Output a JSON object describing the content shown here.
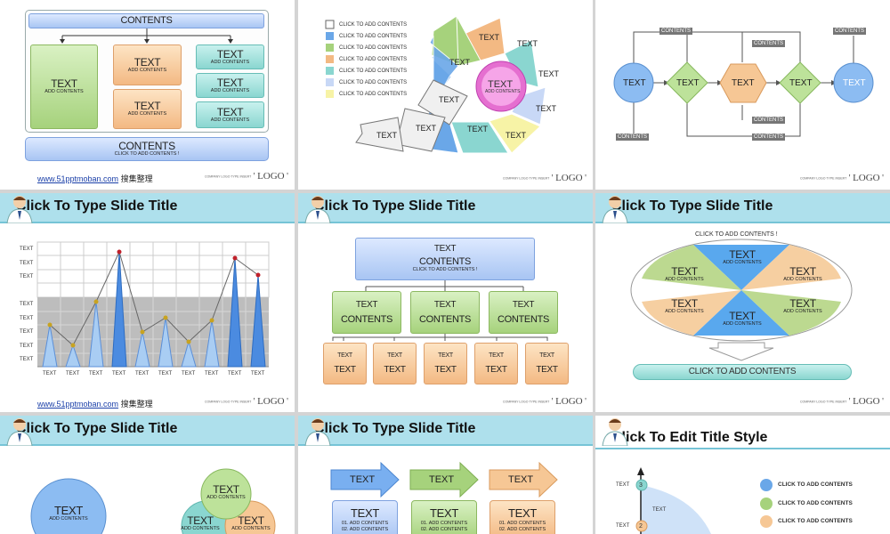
{
  "s1": {
    "top": "CONTENTS",
    "left": {
      "t": "TEXT",
      "s": "ADD CONTENTS"
    },
    "mid": [
      {
        "t": "TEXT",
        "s": "ADD CONTENTS"
      },
      {
        "t": "TEXT",
        "s": "ADD CONTENTS"
      }
    ],
    "right": [
      {
        "t": "TEXT",
        "s": "ADD CONTENTS"
      },
      {
        "t": "TEXT",
        "s": "ADD CONTENTS"
      },
      {
        "t": "TEXT",
        "s": "ADD CONTENTS"
      }
    ],
    "bottom": {
      "t": "CONTENTS",
      "s": "CLICK TO ADD CONTENTS !"
    }
  },
  "s2": {
    "list": [
      "CLICK TO ADD CONTENTS",
      "CLICK TO ADD CONTENTS",
      "CLICK TO ADD CONTENTS",
      "CLICK TO ADD CONTENTS",
      "CLICK TO ADD CONTENTS",
      "CLICK TO ADD CONTENTS",
      "CLICK TO ADD CONTENTS"
    ],
    "center": {
      "t": "TEXT",
      "s": "ADD CONTENTS"
    },
    "seg": "TEXT"
  },
  "s3": {
    "node": "TEXT",
    "label": "CONTENTS"
  },
  "common": {
    "title": "Click To Type Slide Title",
    "title_alt": "Click To Edit Title Style",
    "site": "www.51pptmoban.com",
    "cn": "搜集整理",
    "logo": "LOGO",
    "logo_small": "COMPANY LOGO TYPE INSERT",
    "text": "TEXT",
    "contents": "CONTENTS",
    "add": "ADD CONTENTS",
    "add_bang": "CLICK TO ADD CONTENTS !",
    "click_add": "CLICK TO ADD CONTENTS",
    "num_1": "01. ADD CONTENTS",
    "num_2": "02. ADD CONTENTS"
  },
  "s6": {
    "top": "CLICK TO ADD CONTENTS !",
    "bottom": "CLICK TO ADD CONTENTS"
  },
  "s9": {
    "legend": [
      "CLICK TO ADD CONTENTS",
      "CLICK TO ADD CONTENTS",
      "CLICK TO ADD CONTENTS"
    ],
    "nums": [
      "3",
      "2"
    ]
  },
  "colors": {
    "green": "#a6d27c",
    "orange": "#f3b983",
    "teal": "#8ad6d0",
    "blue": "#a8c5f3",
    "titlebar": "#aee0ec"
  },
  "icons": {
    "person": "person-icon",
    "arrow": "down-arrow-icon"
  }
}
